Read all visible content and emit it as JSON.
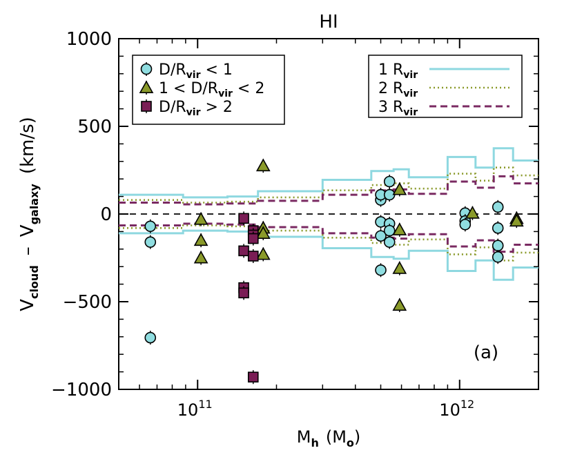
{
  "chart_data": {
    "type": "scatter",
    "title": "HI",
    "panel_label": "(a)",
    "xlabel": {
      "main": "M",
      "sub": "h",
      "unit": "(M",
      "unit_sub": "o",
      "unit_close": ")"
    },
    "ylabel": {
      "v1": "V",
      "s1": "cloud",
      "minus": "–",
      "v2": "V",
      "s2": "galaxy",
      "unit": "(km/s)"
    },
    "x_scale": "log",
    "xlim": [
      50000000000.0,
      2000000000000.0
    ],
    "ylim": [
      -1000,
      1000
    ],
    "xticks": [
      {
        "value": 100000000000.0,
        "base": "10",
        "exp": "11"
      },
      {
        "value": 1000000000000.0,
        "base": "10",
        "exp": "12"
      }
    ],
    "yticks": [
      {
        "value": 1000,
        "label": "1000"
      },
      {
        "value": 500,
        "label": "500"
      },
      {
        "value": 0,
        "label": "0"
      },
      {
        "value": -500,
        "label": "−500"
      },
      {
        "value": -1000,
        "label": "−1000"
      }
    ],
    "grid": false,
    "zero_line": 0,
    "colors": {
      "cyan": "#8fdde0",
      "olive": "#8a9a2a",
      "purple": "#7a1d55",
      "cyan_line": "#8ed8e0",
      "olive_line": "#8a9a2a",
      "purple_line": "#7a2a62"
    },
    "legend_points": [
      {
        "pre": "D/R",
        "sub": "vir",
        "post": " < 1",
        "marker": "circle",
        "color": "#8fdde0"
      },
      {
        "pre": "1 < D/R",
        "sub": "vir",
        "post": " < 2",
        "marker": "triangle",
        "color": "#8a9a2a"
      },
      {
        "pre": "D/R",
        "sub": "vir",
        "post": " > 2",
        "marker": "square",
        "color": "#7a1d55"
      }
    ],
    "legend_lines": [
      {
        "pre": "1 R",
        "sub": "vir",
        "style": "solid",
        "color": "#8ed8e0"
      },
      {
        "pre": "2 R",
        "sub": "vir",
        "style": "dotted",
        "color": "#8a9a2a"
      },
      {
        "pre": "3 R",
        "sub": "vir",
        "style": "dashed",
        "color": "#7a2a62"
      }
    ],
    "series": [
      {
        "marker": "circle",
        "points": [
          [
            66000000000.0,
            -70
          ],
          [
            66000000000.0,
            -160
          ],
          [
            66000000000.0,
            -705
          ],
          [
            500000000000.0,
            80
          ],
          [
            500000000000.0,
            110
          ],
          [
            500000000000.0,
            -45
          ],
          [
            500000000000.0,
            -125
          ],
          [
            500000000000.0,
            -320
          ],
          [
            540000000000.0,
            185
          ],
          [
            540000000000.0,
            110
          ],
          [
            540000000000.0,
            -55
          ],
          [
            540000000000.0,
            -95
          ],
          [
            540000000000.0,
            -160
          ],
          [
            1050000000000.0,
            5
          ],
          [
            1050000000000.0,
            -40
          ],
          [
            1050000000000.0,
            -60
          ],
          [
            1400000000000.0,
            40
          ],
          [
            1400000000000.0,
            -80
          ],
          [
            1400000000000.0,
            -180
          ],
          [
            1400000000000.0,
            -245
          ]
        ]
      },
      {
        "marker": "triangle",
        "points": [
          [
            103000000000.0,
            -30
          ],
          [
            103000000000.0,
            -150
          ],
          [
            103000000000.0,
            -250
          ],
          [
            178000000000.0,
            275
          ],
          [
            178000000000.0,
            -80
          ],
          [
            178000000000.0,
            -110
          ],
          [
            178000000000.0,
            -230
          ],
          [
            590000000000.0,
            140
          ],
          [
            590000000000.0,
            -90
          ],
          [
            590000000000.0,
            -310
          ],
          [
            590000000000.0,
            -520
          ],
          [
            1120000000000.0,
            5
          ],
          [
            1650000000000.0,
            -25
          ],
          [
            1650000000000.0,
            -40
          ]
        ]
      },
      {
        "marker": "square",
        "points": [
          [
            150000000000.0,
            -25
          ],
          [
            150000000000.0,
            -210
          ],
          [
            150000000000.0,
            -420
          ],
          [
            150000000000.0,
            -450
          ],
          [
            163000000000.0,
            -95
          ],
          [
            163000000000.0,
            -120
          ],
          [
            163000000000.0,
            -140
          ],
          [
            163000000000.0,
            -240
          ],
          [
            163000000000.0,
            -930
          ]
        ]
      }
    ],
    "envelope_1rvir": [
      [
        50000000000.0,
        110
      ],
      [
        88000000000.0,
        110
      ],
      [
        88000000000.0,
        95
      ],
      [
        130000000000.0,
        95
      ],
      [
        130000000000.0,
        100
      ],
      [
        170000000000.0,
        100
      ],
      [
        170000000000.0,
        130
      ],
      [
        300000000000.0,
        130
      ],
      [
        300000000000.0,
        195
      ],
      [
        460000000000.0,
        195
      ],
      [
        460000000000.0,
        245
      ],
      [
        560000000000.0,
        245
      ],
      [
        560000000000.0,
        255
      ],
      [
        640000000000.0,
        255
      ],
      [
        640000000000.0,
        210
      ],
      [
        900000000000.0,
        210
      ],
      [
        900000000000.0,
        325
      ],
      [
        1150000000000.0,
        325
      ],
      [
        1150000000000.0,
        265
      ],
      [
        1350000000000.0,
        265
      ],
      [
        1350000000000.0,
        375
      ],
      [
        1600000000000.0,
        375
      ],
      [
        1600000000000.0,
        305
      ],
      [
        2000000000000.0,
        305
      ]
    ],
    "envelope_2rvir": [
      [
        50000000000.0,
        80
      ],
      [
        88000000000.0,
        80
      ],
      [
        88000000000.0,
        65
      ],
      [
        130000000000.0,
        65
      ],
      [
        130000000000.0,
        70
      ],
      [
        170000000000.0,
        70
      ],
      [
        170000000000.0,
        95
      ],
      [
        300000000000.0,
        95
      ],
      [
        300000000000.0,
        135
      ],
      [
        460000000000.0,
        135
      ],
      [
        460000000000.0,
        165
      ],
      [
        560000000000.0,
        165
      ],
      [
        560000000000.0,
        175
      ],
      [
        640000000000.0,
        175
      ],
      [
        640000000000.0,
        145
      ],
      [
        900000000000.0,
        145
      ],
      [
        900000000000.0,
        230
      ],
      [
        1150000000000.0,
        230
      ],
      [
        1150000000000.0,
        190
      ],
      [
        1350000000000.0,
        190
      ],
      [
        1350000000000.0,
        265
      ],
      [
        1600000000000.0,
        265
      ],
      [
        1600000000000.0,
        220
      ],
      [
        2000000000000.0,
        220
      ]
    ],
    "envelope_3rvir": [
      [
        50000000000.0,
        65
      ],
      [
        88000000000.0,
        65
      ],
      [
        88000000000.0,
        55
      ],
      [
        130000000000.0,
        55
      ],
      [
        130000000000.0,
        60
      ],
      [
        170000000000.0,
        60
      ],
      [
        170000000000.0,
        75
      ],
      [
        300000000000.0,
        75
      ],
      [
        300000000000.0,
        110
      ],
      [
        460000000000.0,
        110
      ],
      [
        460000000000.0,
        135
      ],
      [
        560000000000.0,
        135
      ],
      [
        560000000000.0,
        140
      ],
      [
        640000000000.0,
        140
      ],
      [
        640000000000.0,
        115
      ],
      [
        900000000000.0,
        115
      ],
      [
        900000000000.0,
        185
      ],
      [
        1150000000000.0,
        185
      ],
      [
        1150000000000.0,
        150
      ],
      [
        1350000000000.0,
        150
      ],
      [
        1350000000000.0,
        215
      ],
      [
        1600000000000.0,
        215
      ],
      [
        1600000000000.0,
        175
      ],
      [
        2000000000000.0,
        175
      ]
    ]
  }
}
